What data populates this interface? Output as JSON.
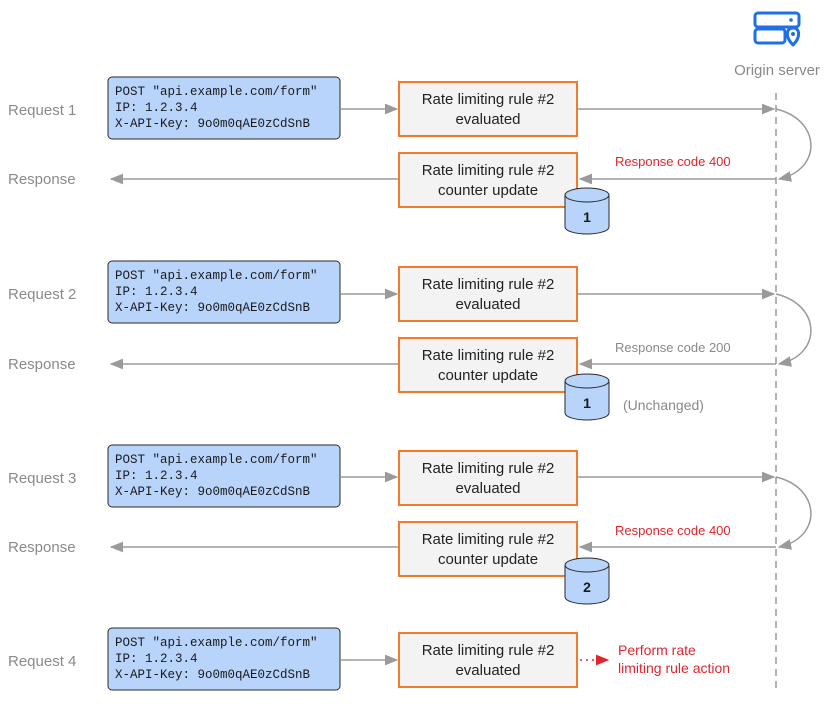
{
  "origin_server": {
    "label": "Origin server",
    "icon": "server-location-icon"
  },
  "request_text": {
    "line1": "POST \"api.example.com/form\"",
    "line2": "IP: 1.2.3.4",
    "line3": "X-API-Key: 9o0m0qAE0zCdSnB"
  },
  "rule_eval": {
    "line1": "Rate limiting rule #2",
    "line2": "evaluated"
  },
  "rule_update": {
    "line1": "Rate limiting rule #2",
    "line2": "counter update"
  },
  "requests": [
    {
      "label": "Request 1",
      "response_label": "Response",
      "response_code": "Response code 400",
      "counter": "1",
      "counter_note": ""
    },
    {
      "label": "Request 2",
      "response_label": "Response",
      "response_code": "Response code 200",
      "counter": "1",
      "counter_note": "(Unchanged)"
    },
    {
      "label": "Request 3",
      "response_label": "Response",
      "response_code": "Response code 400",
      "counter": "2",
      "counter_note": ""
    },
    {
      "label": "Request 4"
    }
  ],
  "final_action": {
    "line1": "Perform rate",
    "line2": "limiting rule action"
  },
  "colors": {
    "request_box_fill": "#b8d4fb",
    "request_box_stroke": "#2a2a2a",
    "rule_box_fill": "#f3f3f3",
    "rule_box_stroke": "#f4792b",
    "db_fill": "#b8d4fb",
    "arrow": "#9a9a9a",
    "red": "#e0262d",
    "icon_blue": "#1f6fe6"
  }
}
